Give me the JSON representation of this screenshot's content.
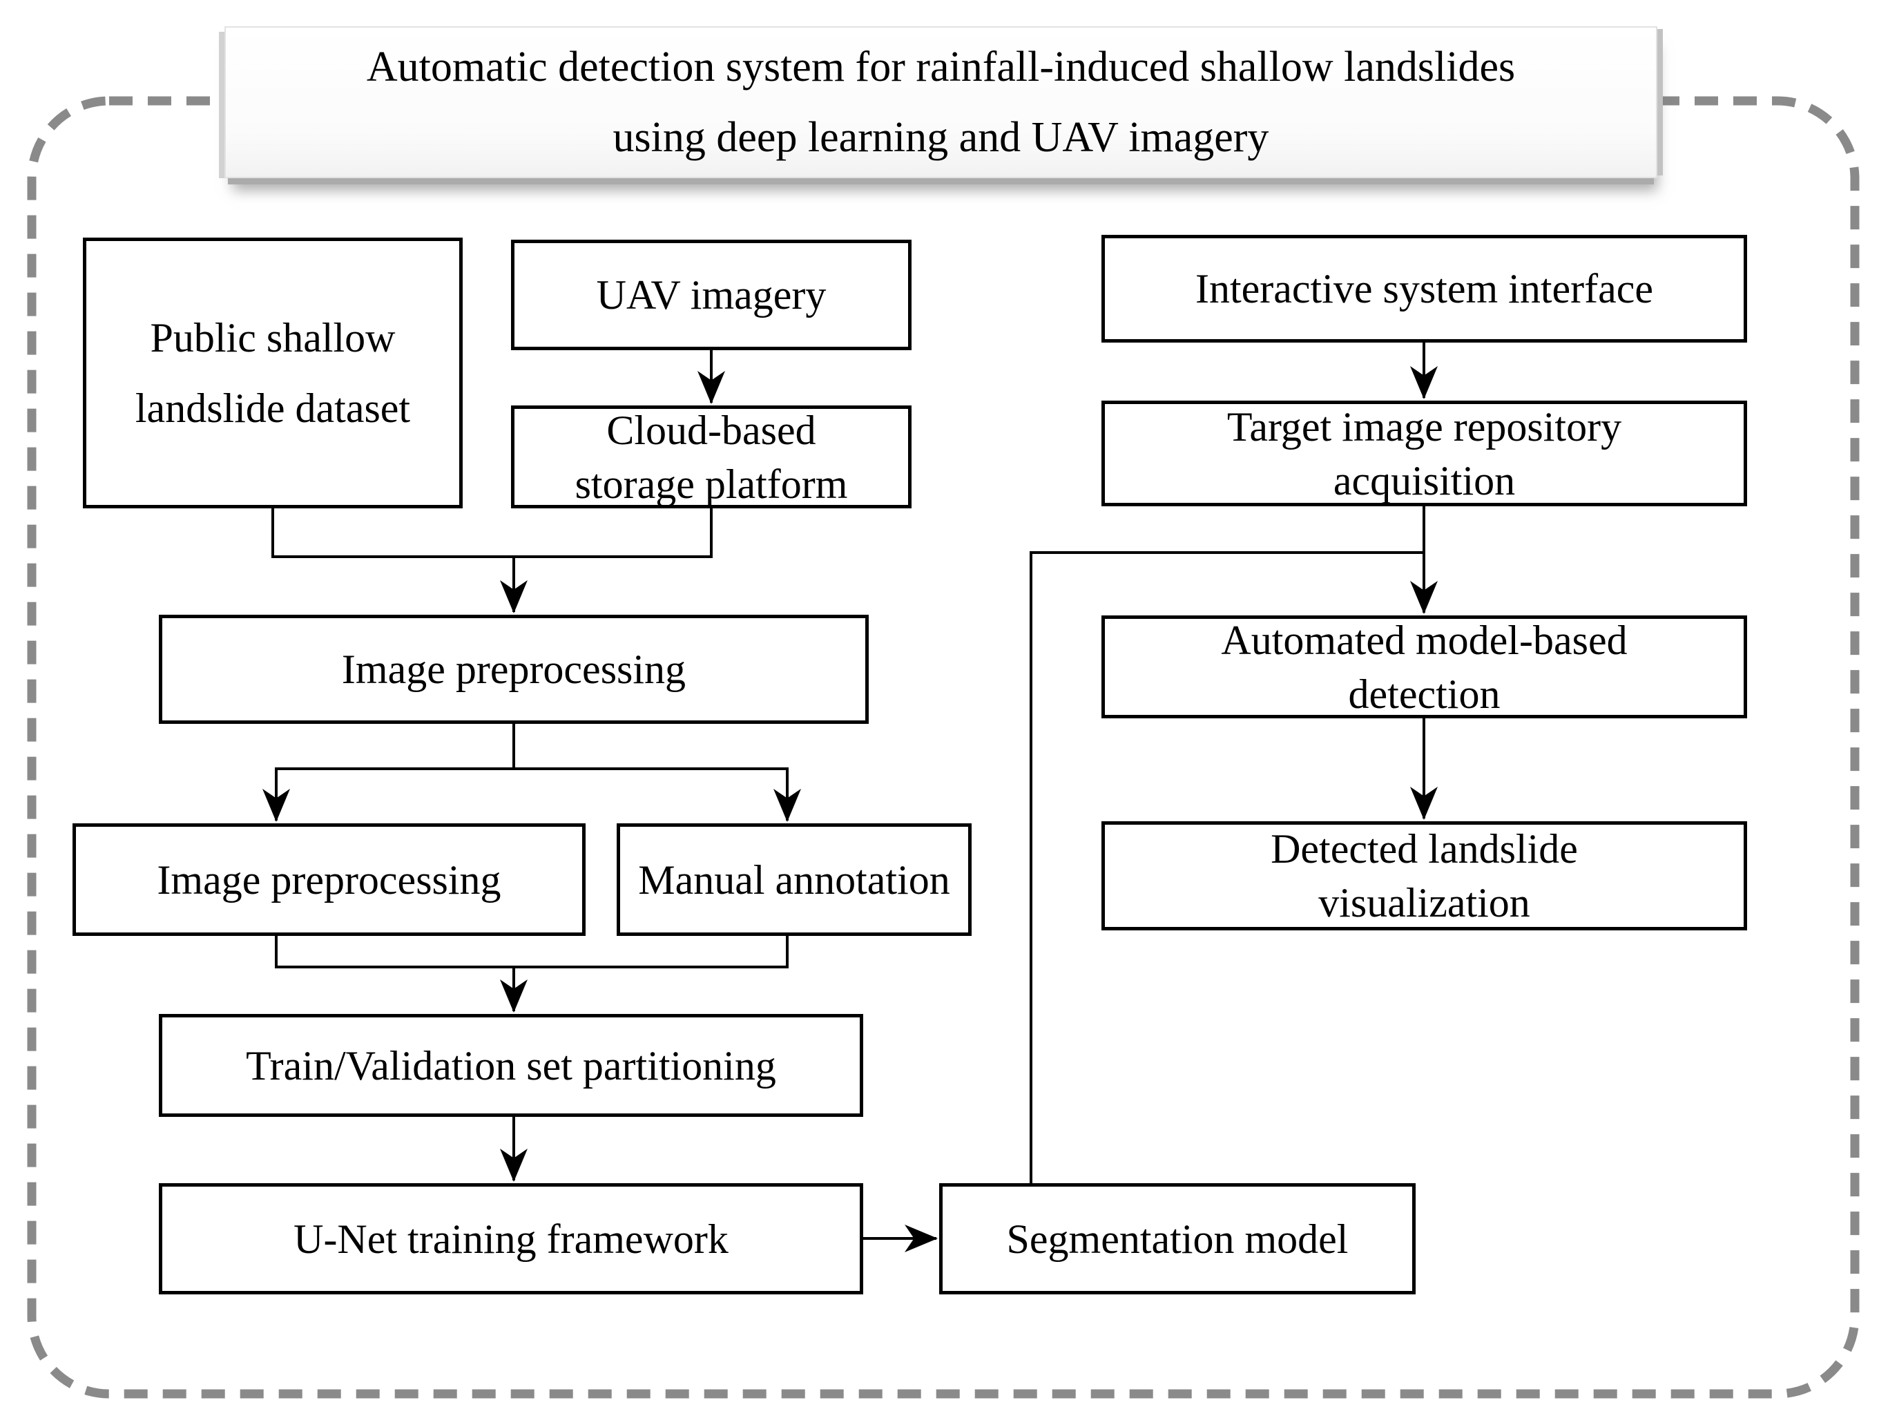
{
  "title": {
    "lines": [
      "Automatic detection system for rainfall-induced shallow landslides",
      "using deep learning and UAV imagery"
    ]
  },
  "nodes": {
    "public_dataset": {
      "lines": [
        "Public shallow",
        "landslide dataset"
      ]
    },
    "uav_imagery": {
      "lines": [
        "UAV imagery"
      ]
    },
    "cloud_storage": {
      "lines": [
        "Cloud-based",
        "storage platform"
      ]
    },
    "image_preprocessing_main": {
      "lines": [
        "Image preprocessing"
      ]
    },
    "image_preprocessing_left": {
      "lines": [
        "Image preprocessing"
      ]
    },
    "manual_annotation": {
      "lines": [
        "Manual annotation"
      ]
    },
    "train_val_partitioning": {
      "lines": [
        "Train/Validation set partitioning"
      ]
    },
    "unet_training": {
      "lines": [
        "U-Net training framework"
      ]
    },
    "segmentation_model": {
      "lines": [
        "Segmentation model"
      ]
    },
    "interactive_interface": {
      "lines": [
        "Interactive system interface"
      ]
    },
    "target_repository": {
      "lines": [
        "Target image repository",
        "acquisition"
      ]
    },
    "automated_detection": {
      "lines": [
        "Automated model-based",
        "detection"
      ]
    },
    "detected_visualization": {
      "lines": [
        "Detected landslide",
        "visualization"
      ]
    }
  },
  "edges": [
    {
      "from": "uav_imagery",
      "to": "cloud_storage"
    },
    {
      "from": "public_dataset",
      "to": "image_preprocessing_main"
    },
    {
      "from": "cloud_storage",
      "to": "image_preprocessing_main"
    },
    {
      "from": "image_preprocessing_main",
      "to": "image_preprocessing_left"
    },
    {
      "from": "image_preprocessing_main",
      "to": "manual_annotation"
    },
    {
      "from": "image_preprocessing_left",
      "to": "train_val_partitioning"
    },
    {
      "from": "manual_annotation",
      "to": "train_val_partitioning"
    },
    {
      "from": "train_val_partitioning",
      "to": "unet_training"
    },
    {
      "from": "unet_training",
      "to": "segmentation_model"
    },
    {
      "from": "segmentation_model",
      "to": "automated_detection"
    },
    {
      "from": "interactive_interface",
      "to": "target_repository"
    },
    {
      "from": "target_repository",
      "to": "automated_detection"
    },
    {
      "from": "automated_detection",
      "to": "detected_visualization"
    }
  ],
  "colors": {
    "background": "#ffffff",
    "box_border": "#000000",
    "box_fill": "#ffffff",
    "text": "#000000",
    "dashed_frame": "#8a8a8a",
    "title_shadow": "#ababab"
  }
}
